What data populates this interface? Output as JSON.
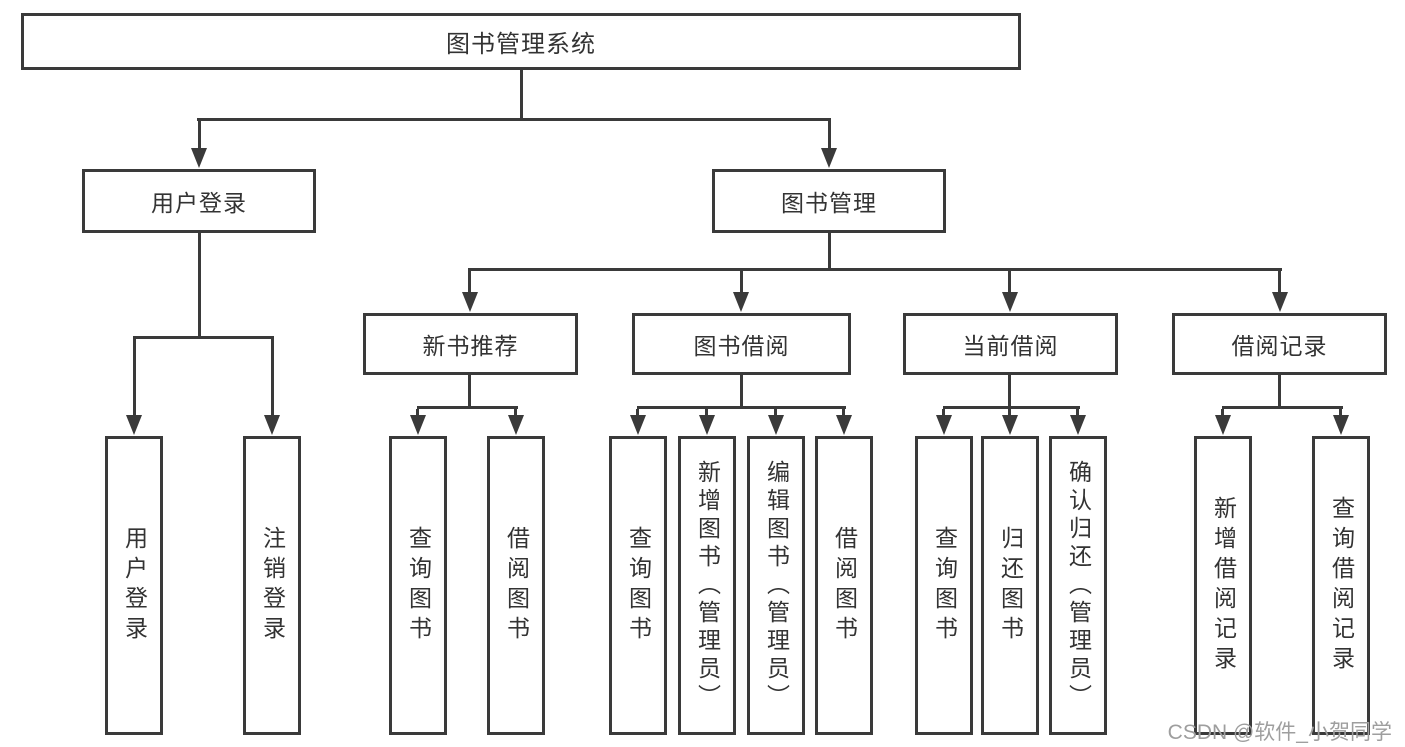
{
  "diagram": {
    "title": "图书管理系统",
    "root": "图书管理系统",
    "level2": [
      "用户登录",
      "图书管理"
    ],
    "level3": [
      "新书推荐",
      "图书借阅",
      "当前借阅",
      "借阅记录"
    ],
    "leaves": {
      "user_login": [
        "用户登录",
        "注销登录"
      ],
      "new_book": [
        "查询图书",
        "借阅图书"
      ],
      "borrow": [
        "查询图书",
        "新增图书（管理员）",
        "编辑图书（管理员）",
        "借阅图书"
      ],
      "current": [
        "查询图书",
        "归还图书",
        "确认归还（管理员）"
      ],
      "records": [
        "新增借阅记录",
        "查询借阅记录"
      ]
    }
  },
  "watermark": "CSDN @软件_小贺同学",
  "colors": {
    "line": "#3a3a3a",
    "text": "#333333",
    "watermark": "#9e9e9e",
    "background": "#ffffff"
  }
}
